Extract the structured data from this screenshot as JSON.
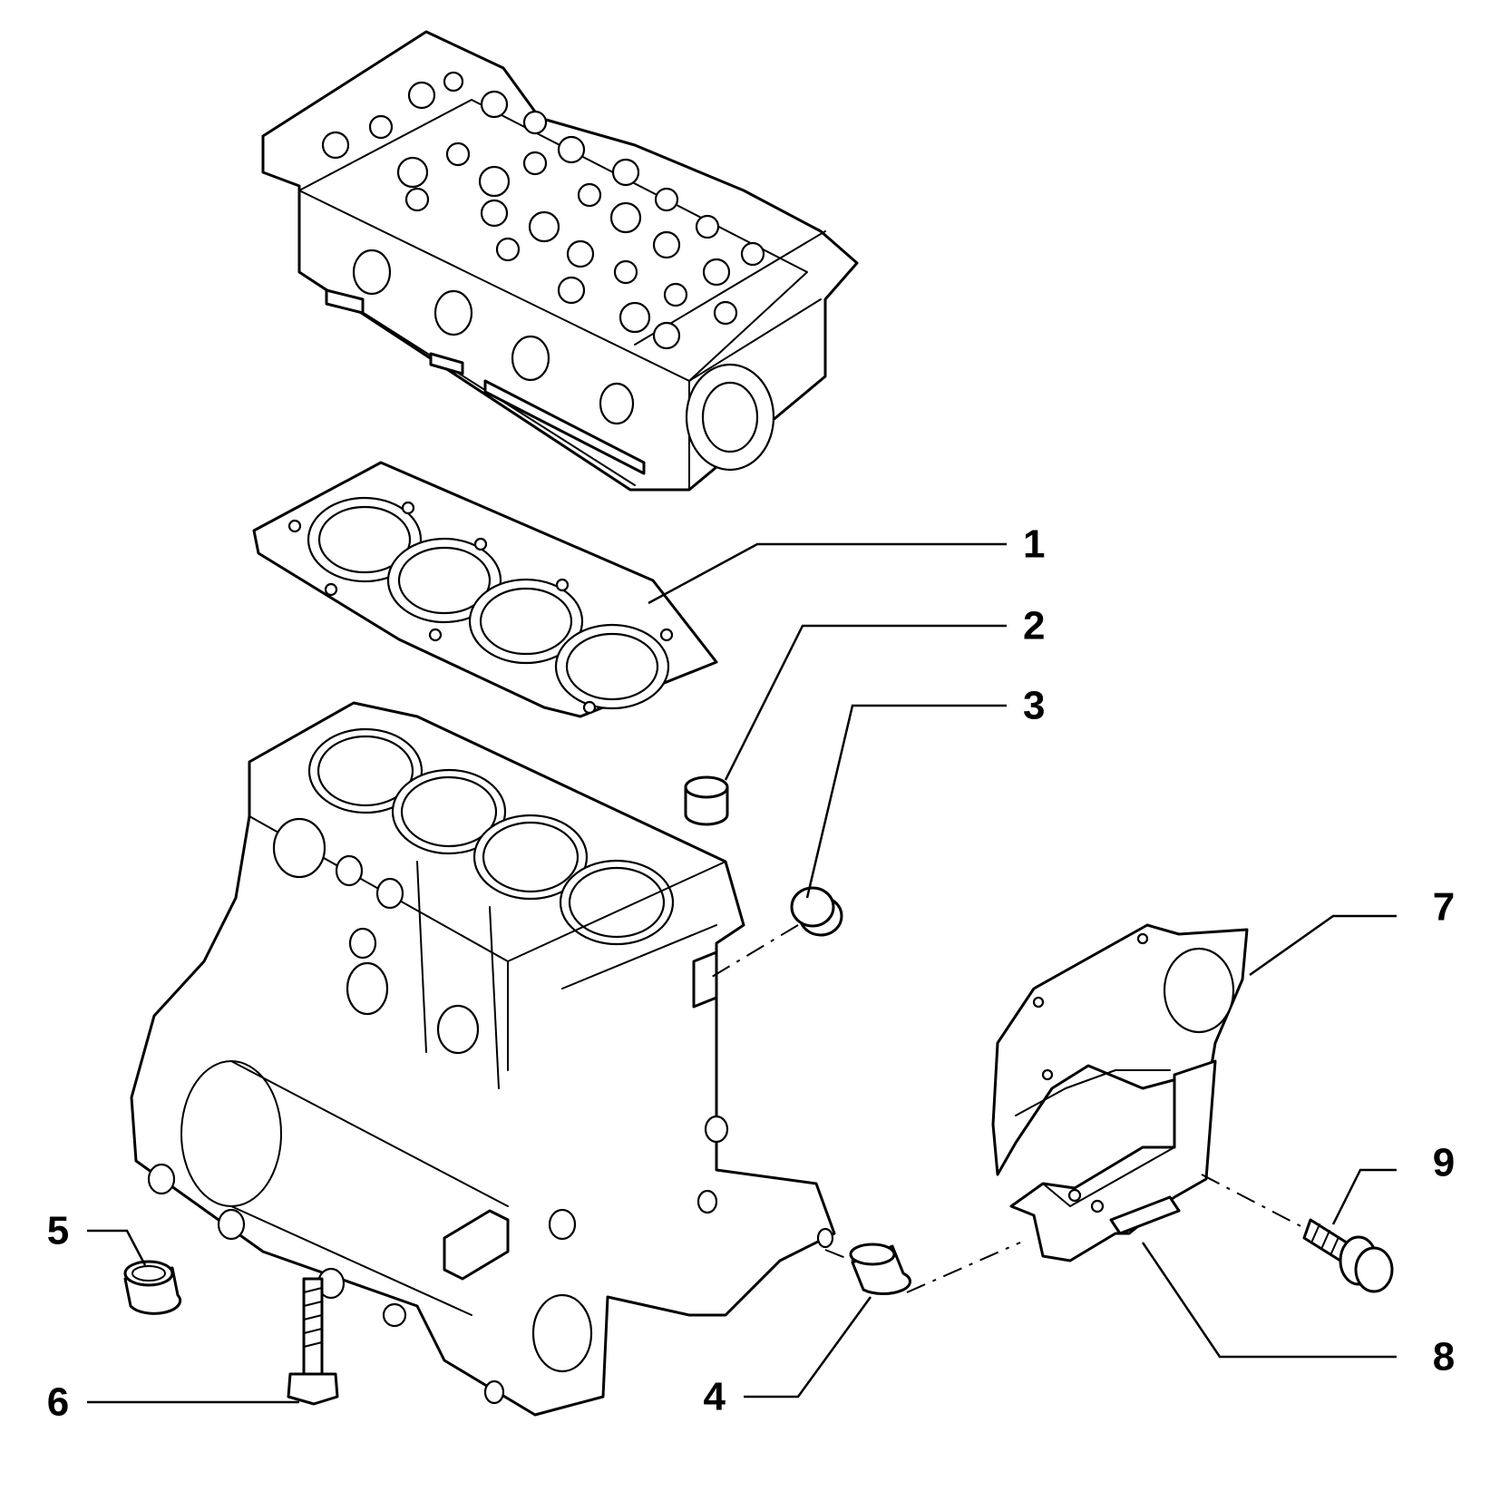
{
  "callouts": [
    {
      "id": "cylinder-head-gasket",
      "label": "1"
    },
    {
      "id": "dowel-bushing-upper",
      "label": "2"
    },
    {
      "id": "expansion-plug",
      "label": "3"
    },
    {
      "id": "dowel-bushing-rear",
      "label": "4"
    },
    {
      "id": "dowel-bushing-left",
      "label": "5"
    },
    {
      "id": "stud-bolt",
      "label": "6"
    },
    {
      "id": "flywheel-cover-plate",
      "label": "7"
    },
    {
      "id": "guard-plate",
      "label": "8"
    },
    {
      "id": "flange-bolt",
      "label": "9"
    }
  ]
}
